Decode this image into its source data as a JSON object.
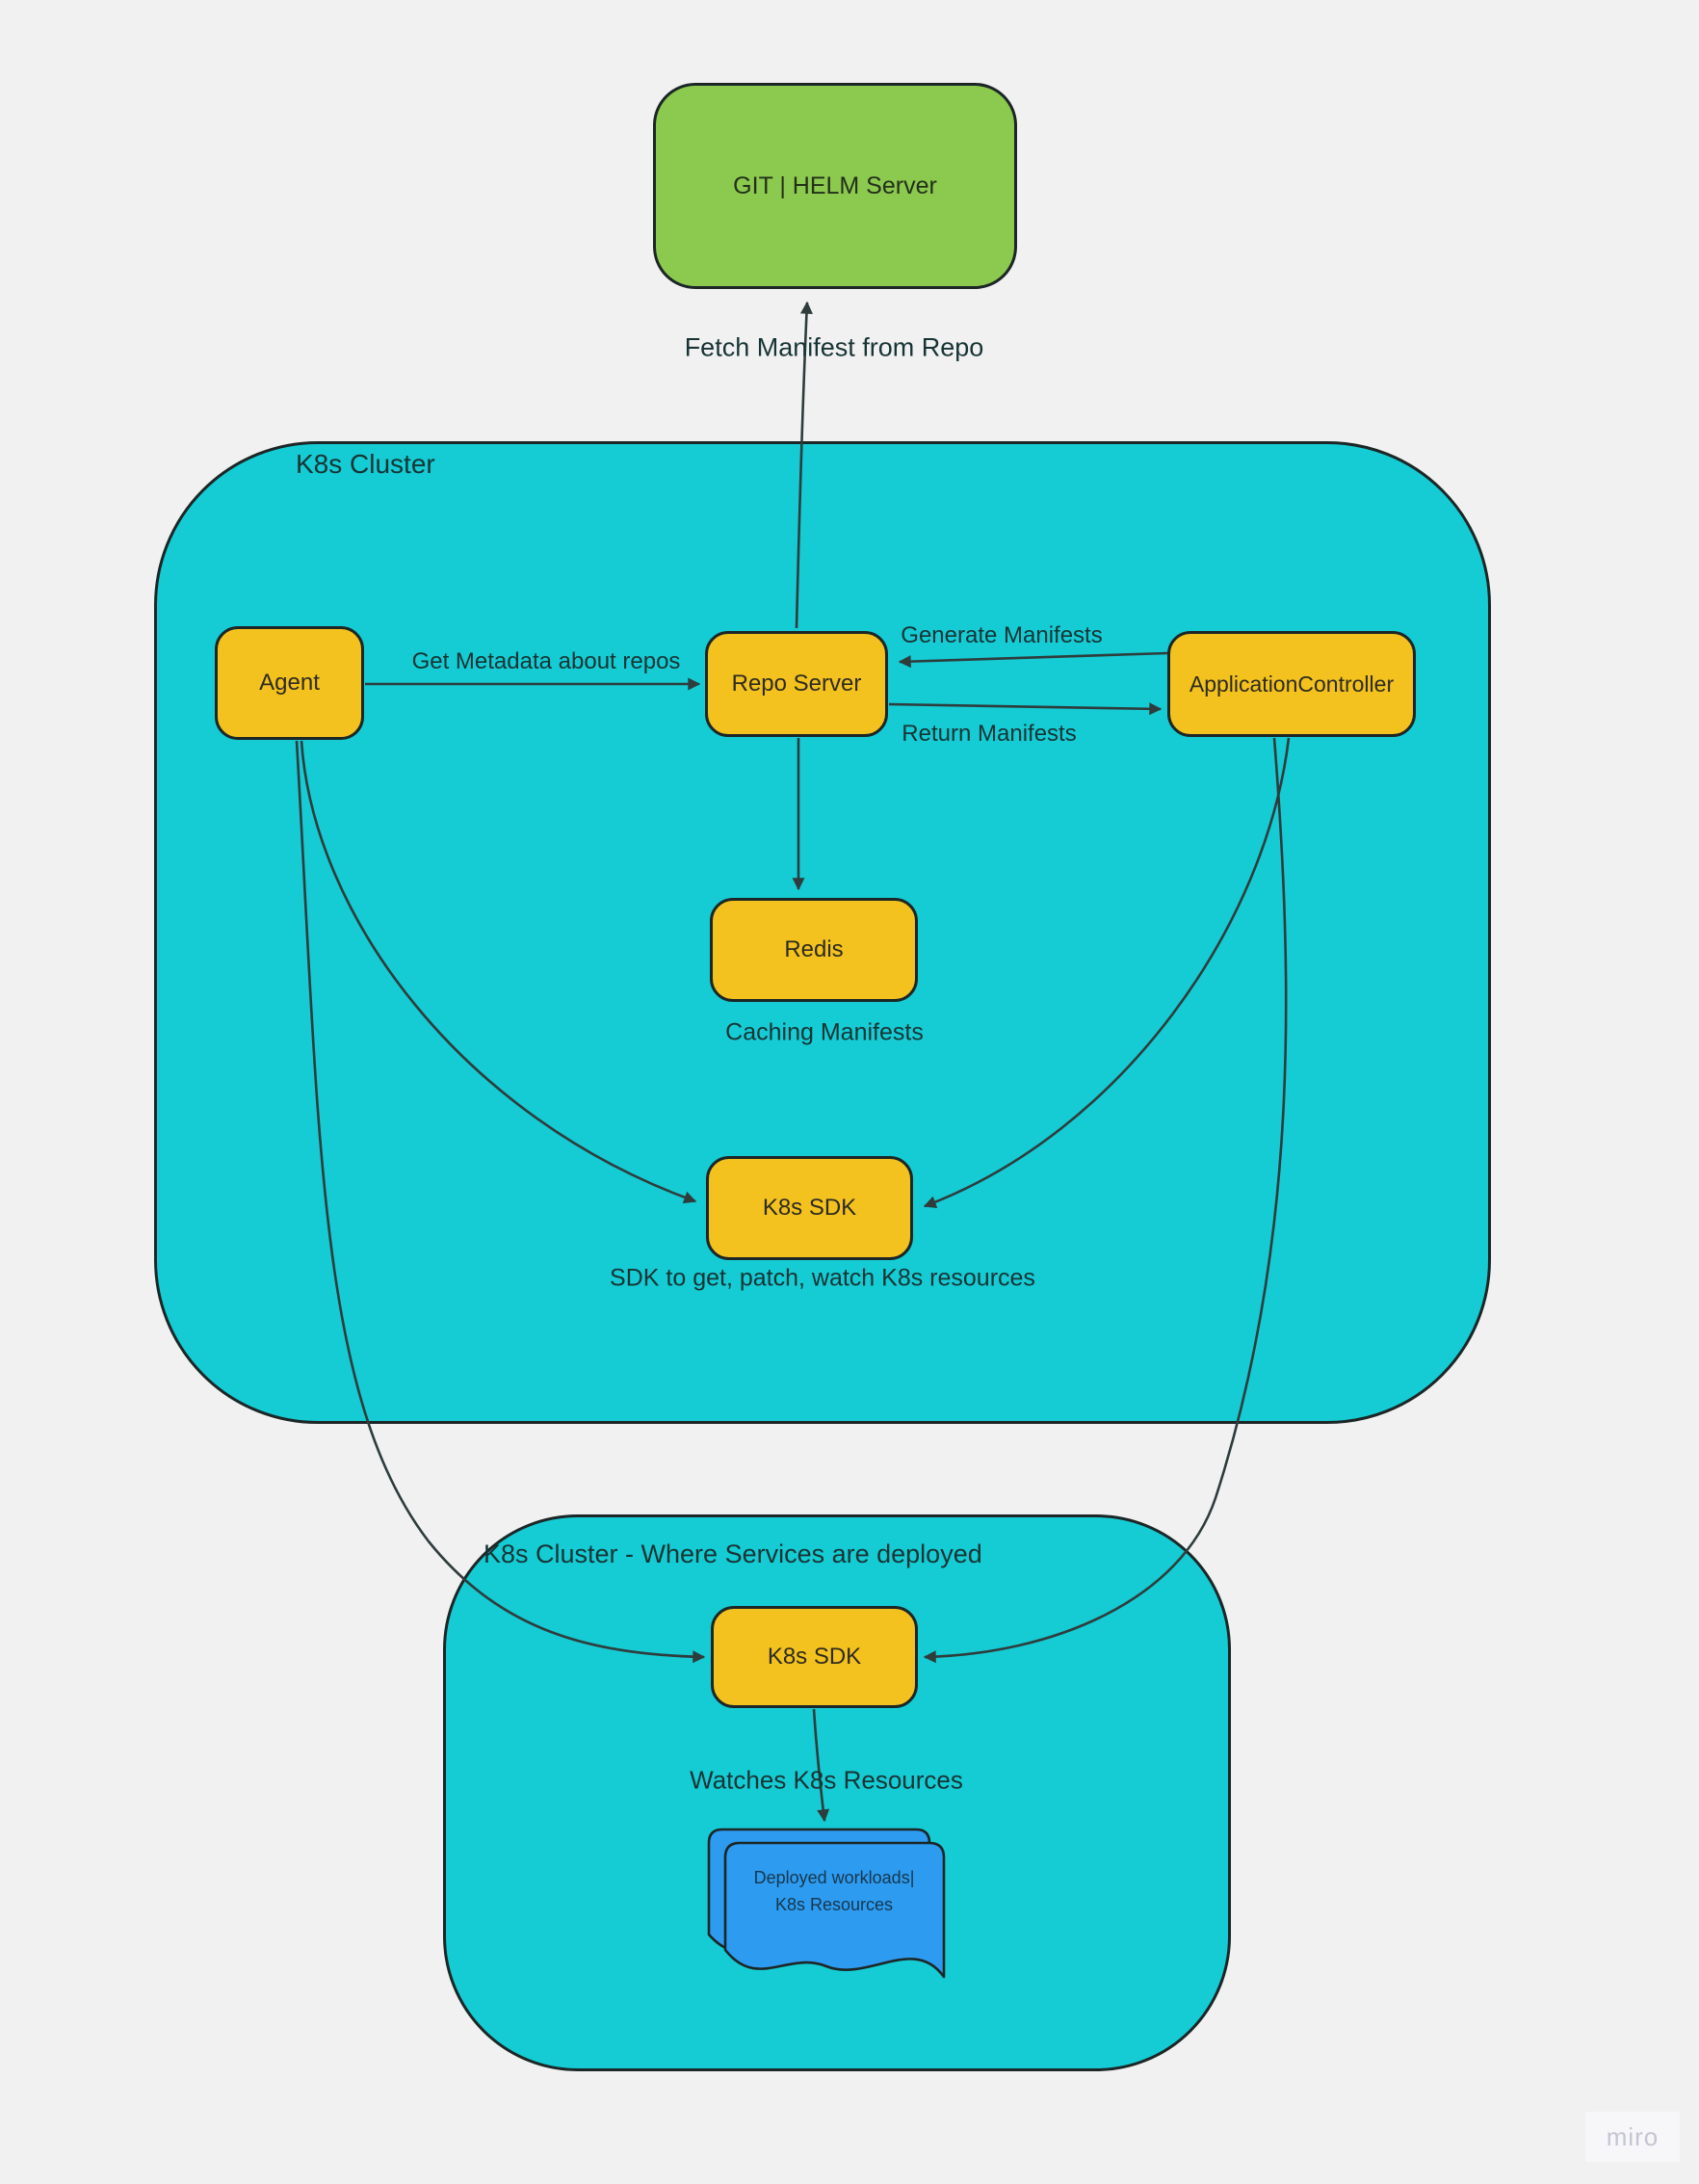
{
  "colors": {
    "canvas_bg": "#f1f1f2",
    "cluster_fill": "#15cbd4",
    "node_fill": "#f4c21e",
    "git_fill": "#8cc94f",
    "doc_fill": "#2d9bf0",
    "stroke": "#1c2626",
    "edge": "#2e3c3c",
    "ink": "#173434",
    "watermark_bg": "#f7f7f9",
    "watermark_ink": "#c5c4d2"
  },
  "clusters": [
    {
      "label": "K8s Cluster"
    },
    {
      "label": "K8s Cluster - Where Services are deployed"
    }
  ],
  "nodes": [
    {
      "label": "GIT | HELM Server"
    },
    {
      "label": "Agent"
    },
    {
      "label": "Repo Server"
    },
    {
      "label": "ApplicationController"
    },
    {
      "label": "Redis"
    },
    {
      "label": "K8s SDK"
    },
    {
      "label": "K8s SDK"
    }
  ],
  "edge_labels": [
    {
      "text": "Fetch Manifest from Repo"
    },
    {
      "text": "Get Metadata about repos"
    },
    {
      "text": "Generate Manifests"
    },
    {
      "text": "Return Manifests"
    },
    {
      "text": "Caching Manifests"
    },
    {
      "text": "SDK to get, patch, watch K8s resources"
    },
    {
      "text": "Watches K8s Resources"
    }
  ],
  "document": {
    "line1": "Deployed workloads|",
    "line2": "K8s Resources"
  },
  "watermark": "miro"
}
